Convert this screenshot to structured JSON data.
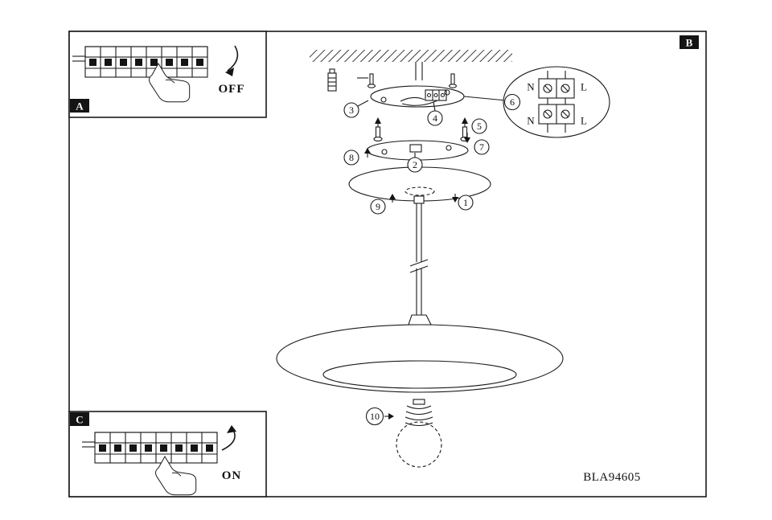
{
  "labels": {
    "a": "A",
    "b": "B",
    "c": "C"
  },
  "inset_off": {
    "caption": "OFF"
  },
  "inset_on": {
    "caption": "ON"
  },
  "callouts": {
    "c1": "1",
    "c2": "2",
    "c3": "3",
    "c4": "4",
    "c5": "5",
    "c6": "6",
    "c7": "7",
    "c8": "8",
    "c9": "9",
    "c10": "10"
  },
  "terminal_detail": {
    "upper_left": "N",
    "upper_right": "L",
    "lower_left": "N",
    "lower_right": "L"
  },
  "part_number": "BLA94605"
}
